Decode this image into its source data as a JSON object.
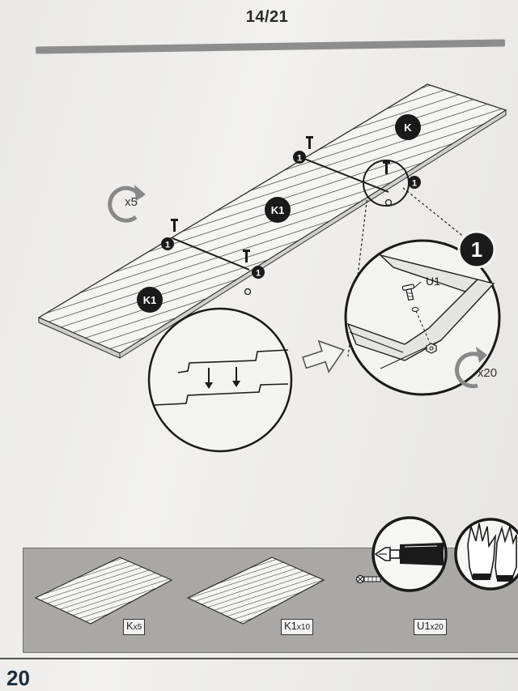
{
  "header": {
    "step": "14/21"
  },
  "main": {
    "repeat_left": "x5",
    "repeat_detail": "x20",
    "panel_labels": {
      "k": "K",
      "k1_upper": "K1",
      "k1_lower": "K1"
    },
    "callout_number": "1",
    "detail_number": "1",
    "detail_screw_label": "U1"
  },
  "tools": [
    "screwdriver-icon",
    "gloves-icon"
  ],
  "parts": [
    {
      "code": "K",
      "qty": "x5"
    },
    {
      "code": "K1",
      "qty": "x10"
    },
    {
      "code": "U1",
      "qty": "x20"
    }
  ],
  "footer": {
    "page_number": "20"
  },
  "colors": {
    "ink": "#1a1a1a",
    "panel": "#a9a8a6",
    "rule": "#8d8d8d"
  }
}
